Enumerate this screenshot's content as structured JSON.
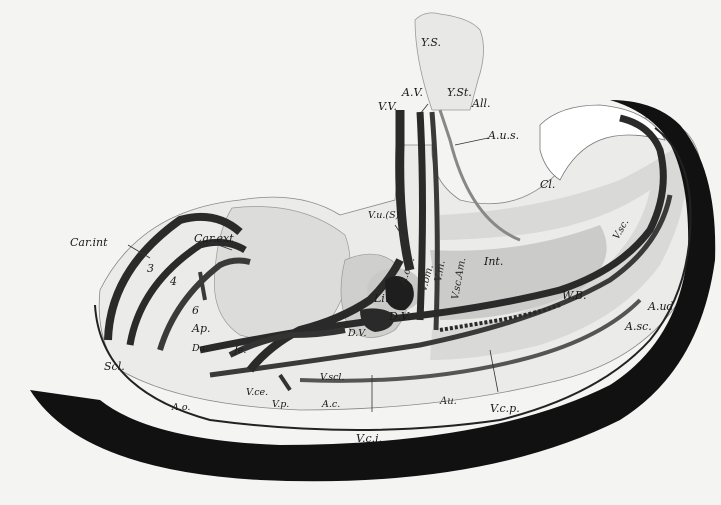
{
  "labels": {
    "ys": "Y.S.",
    "av": "A.V.",
    "yst": "Y.St.",
    "all": "All.",
    "vv": "V.V.",
    "aus": "A.u.s.",
    "cl": "Cl.",
    "carint": "Car.int",
    "carext": "Car.ext",
    "vus": "V.u.(S)",
    "vsc": "V.sc.",
    "n3": "3",
    "n4": "4",
    "n6": "6",
    "aov": "A.o.V.",
    "vom": "V.om.",
    "vm": "V.m.",
    "vsam": "V.sc.Am.",
    "int": "Int.",
    "li": "Li.",
    "dv": "D.V.",
    "dv2": "D.V.",
    "wb": "W.B.",
    "aud": "A.ud.",
    "ap": "Ap.",
    "da": "Da.",
    "je": "Je.",
    "scl": "Scl.",
    "asc": "A.sc.",
    "vce": "V.ce.",
    "vscl": "V.scl.",
    "vp": "V.p.",
    "ao": "A.o.",
    "ac": "A.c.",
    "au": "Au.",
    "vcp": "V.c.p.",
    "vci": "V.c.i."
  }
}
